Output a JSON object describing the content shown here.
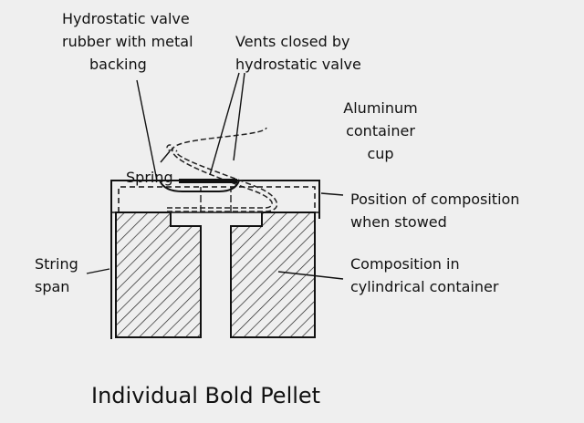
{
  "labels": {
    "valve_rubber": [
      "Hydrostatic valve",
      "rubber with metal",
      "backing"
    ],
    "vents": [
      "Vents closed by",
      "hydrostatic valve"
    ],
    "cup": [
      "Aluminum",
      "container",
      "cup"
    ],
    "spring": "Spring",
    "stowed": [
      "Position of composition",
      "when stowed"
    ],
    "string": [
      "String",
      "span"
    ],
    "composition": [
      "Composition in",
      "cylindrical container"
    ]
  },
  "title": "Individual Bold Pellet"
}
